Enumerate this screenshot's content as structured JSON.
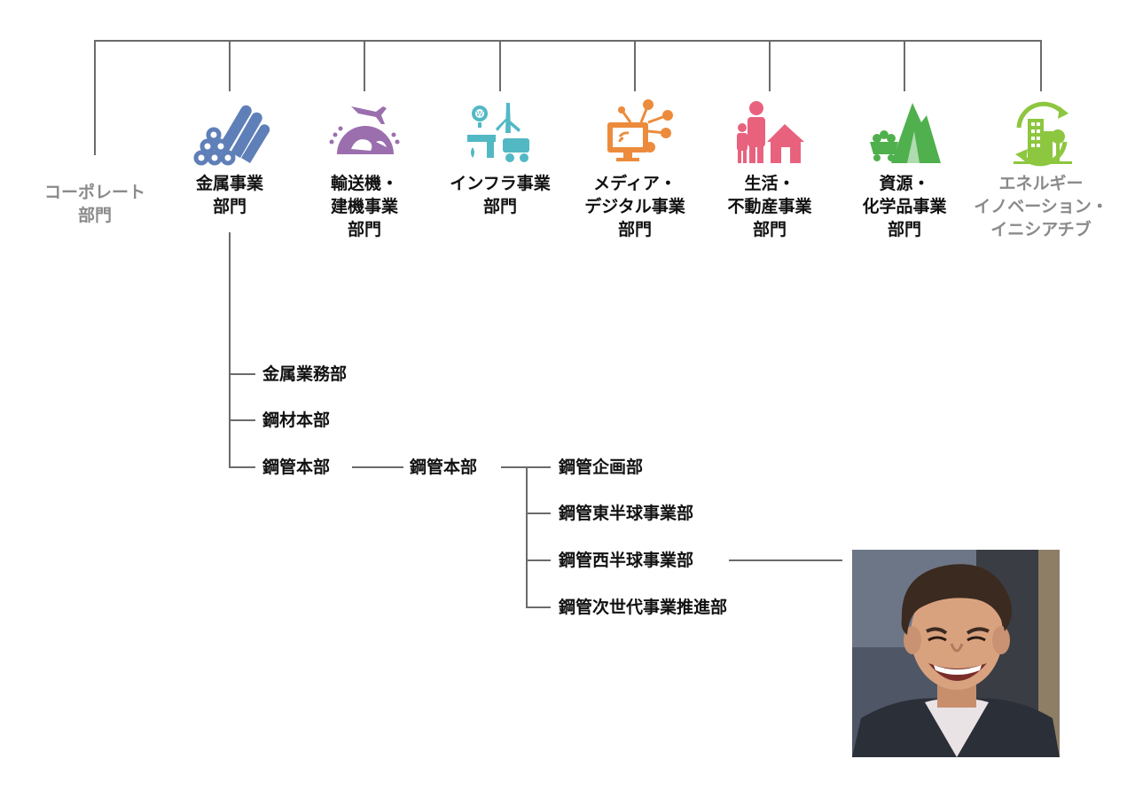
{
  "divisions": [
    {
      "label": "コーポレート\n部門",
      "icon": "none",
      "color": "#8a8a8a"
    },
    {
      "label": "金属事業\n部門",
      "icon": "steel-pipes-icon",
      "color": "#5f7fb8"
    },
    {
      "label": "輸送機・\n建機事業\n部門",
      "icon": "airplane-globe-icon",
      "color": "#9b6fae"
    },
    {
      "label": "インフラ事業\n部門",
      "icon": "infrastructure-icon",
      "color": "#52b8c4"
    },
    {
      "label": "メディア・\nデジタル事業\n部門",
      "icon": "media-tv-icon",
      "color": "#ec8b3c"
    },
    {
      "label": "生活・\n不動産事業\n部門",
      "icon": "family-house-icon",
      "color": "#e8627e"
    },
    {
      "label": "資源・\n化学品事業\n部門",
      "icon": "mountain-cart-icon",
      "color": "#4fb04d"
    },
    {
      "label": "エネルギー\nイノベーション・\nイニシアチブ",
      "icon": "green-city-icon",
      "color": "#8dc63f"
    }
  ],
  "metal_departments": [
    "金属業務部",
    "鋼材本部",
    "鋼管本部"
  ],
  "steel_pipe_hq": "鋼管本部",
  "steel_pipe_units": [
    "鋼管企画部",
    "鋼管東半球事業部",
    "鋼管西半球事業部",
    "鋼管次世代事業推進部"
  ],
  "photo": {
    "subject": "smiling-person-photo"
  }
}
